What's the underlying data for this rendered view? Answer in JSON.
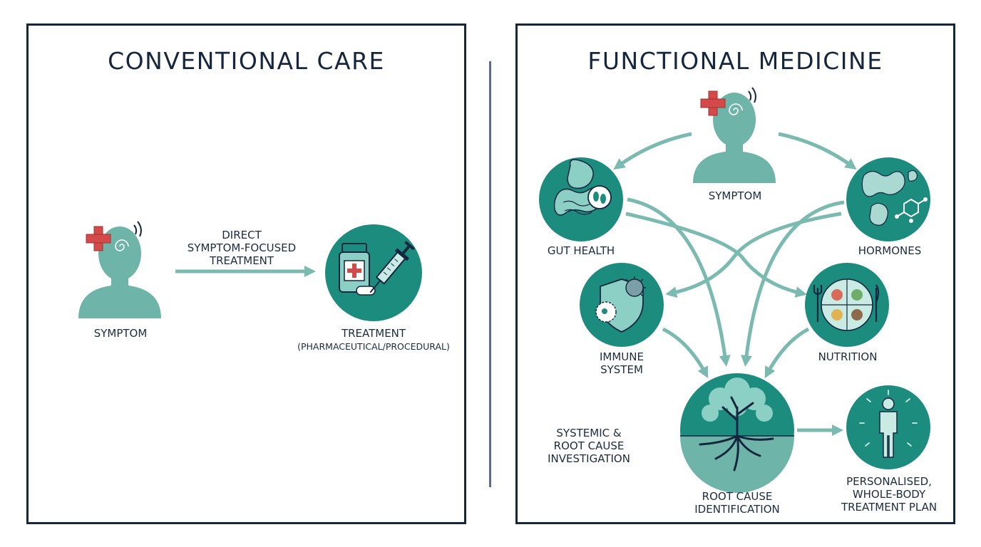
{
  "colors": {
    "teal": "#1c8c7f",
    "teal_light": "#6eb4a9",
    "arrow": "#7bbab0",
    "navy": "#15273f",
    "red_cross": "#d24a4a",
    "divider": "#5d6a92"
  },
  "conventional": {
    "title": "CONVENTIONAL CARE",
    "symptom_label": "SYMPTOM",
    "arrow_label_lines": [
      "DIRECT",
      "SYMPTOM-FOCUSED",
      "TREATMENT"
    ],
    "treatment_label": "TREATMENT",
    "treatment_sub": "(PHARMACEUTICAL/PROCEDURAL)"
  },
  "functional": {
    "title": "FUNCTIONAL MEDICINE",
    "symptom_label": "SYMPTOM",
    "gut_label": "GUT HEALTH",
    "hormones_label": "HORMONES",
    "immune_label_lines": [
      "IMMUNE",
      "SYSTEM"
    ],
    "nutrition_label": "NUTRITION",
    "investigation_lines": [
      "SYSTEMIC &",
      "ROOT CAUSE",
      "INVESTIGATION"
    ],
    "root_cause_lines": [
      "ROOT CAUSE",
      "IDENTIFICATION"
    ],
    "plan_lines": [
      "PERSONALISED,",
      "WHOLE-BODY",
      "TREATMENT PLAN"
    ]
  }
}
